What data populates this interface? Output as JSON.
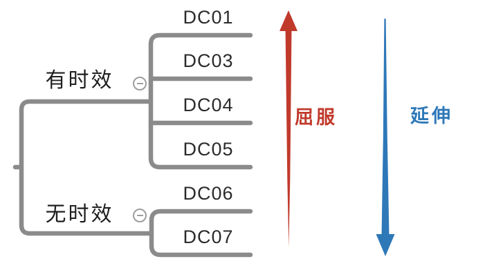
{
  "colors": {
    "branch": "#8b8b8b",
    "node_text": "#2b2b2b",
    "parent_text": "#1f1f1f",
    "yield_red": "#c03a2b",
    "elong_blue": "#2e78b8",
    "collapse_gray": "#9d9d9d",
    "bg": "#ffffff"
  },
  "mindmap": {
    "groups": [
      {
        "label": "有时效",
        "collapse_icon": "minus-circle-icon",
        "children": [
          {
            "label": "DC01"
          },
          {
            "label": "DC03"
          },
          {
            "label": "DC04"
          },
          {
            "label": "DC05"
          }
        ]
      },
      {
        "label": "无时效",
        "collapse_icon": "minus-circle-icon",
        "children": [
          {
            "label": "DC06"
          },
          {
            "label": "DC07"
          }
        ]
      }
    ]
  },
  "annotations": {
    "yield": {
      "label": "屈服",
      "direction": "up",
      "color": "#c03a2b"
    },
    "elongation": {
      "label": "延伸",
      "direction": "down",
      "color": "#2e78b8"
    }
  }
}
